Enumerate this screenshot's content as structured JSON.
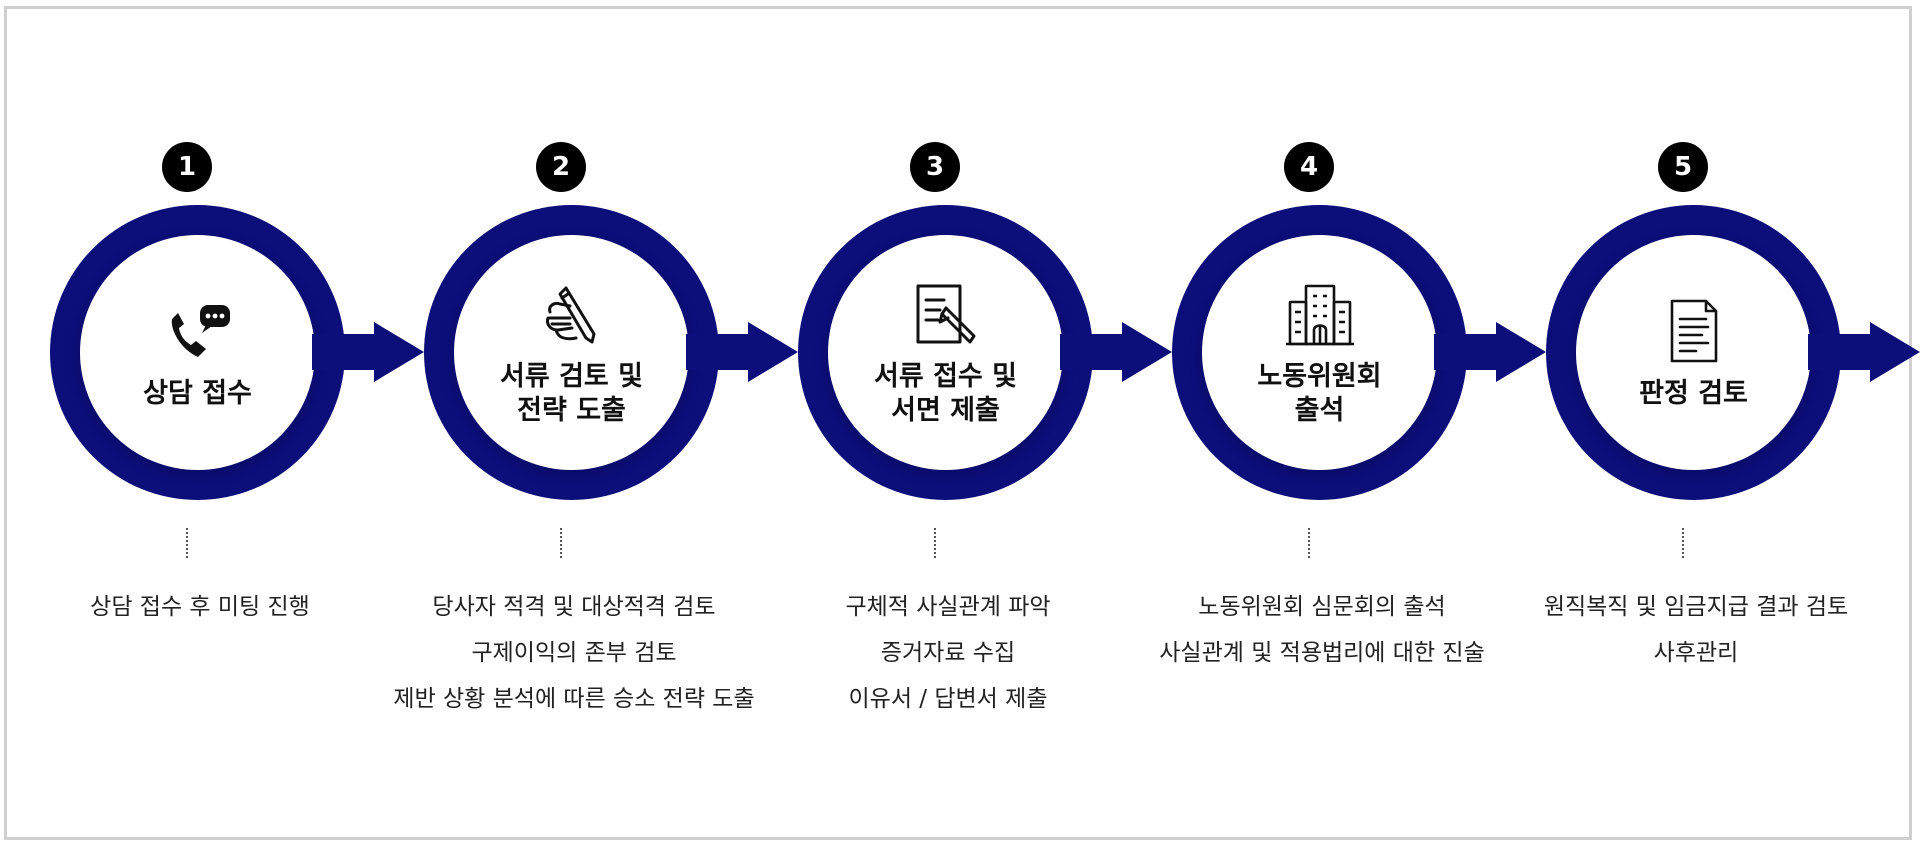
{
  "steps": [
    {
      "number": "1",
      "icon": "phone-chat-icon",
      "title": "상담 접수",
      "details": [
        "상담 접수 후 미팅 진행"
      ]
    },
    {
      "number": "2",
      "icon": "hand-pen-icon",
      "title": "서류 검토 및\n전략 도출",
      "details": [
        "당사자 적격 및 대상적격 검토",
        "구제이익의 존부 검토",
        "제반 상황 분석에 따른 승소 전략 도출"
      ]
    },
    {
      "number": "3",
      "icon": "document-pen-icon",
      "title": "서류 접수 및\n서면 제출",
      "details": [
        "구체적 사실관계 파악",
        "증거자료 수집",
        "이유서 / 답변서 제출"
      ]
    },
    {
      "number": "4",
      "icon": "building-icon",
      "title": "노동위원회\n출석",
      "details": [
        "노동위원회 심문회의 출석",
        "사실관계 및 적용법리에 대한 진술"
      ]
    },
    {
      "number": "5",
      "icon": "document-icon",
      "title": "판정 검토",
      "details": [
        "원직복직 및 임금지급 결과 검토",
        "사후관리"
      ]
    }
  ],
  "colors": {
    "ring": "#0c0e7a",
    "badge": "#000000",
    "border": "#cfcfcf"
  }
}
